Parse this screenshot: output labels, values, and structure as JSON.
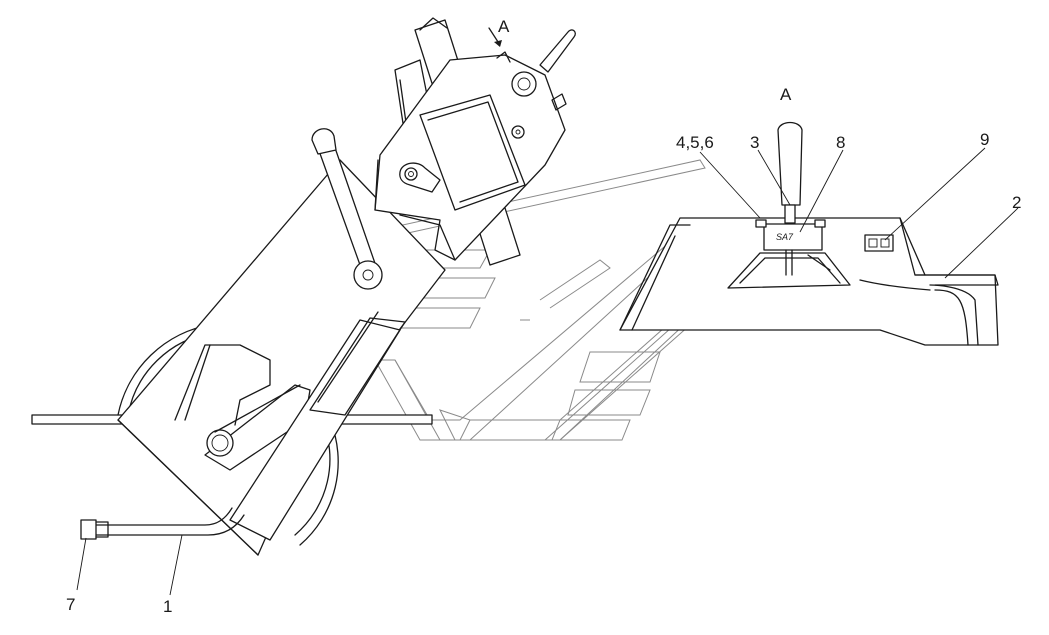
{
  "labels": {
    "view_a_top": "A",
    "view_a_right": "A",
    "callout_1": "1",
    "callout_2": "2",
    "callout_3": "3",
    "callout_456": "4,5,6",
    "callout_7": "7",
    "callout_8": "8",
    "callout_9": "9",
    "switch_tag": "SA7"
  }
}
